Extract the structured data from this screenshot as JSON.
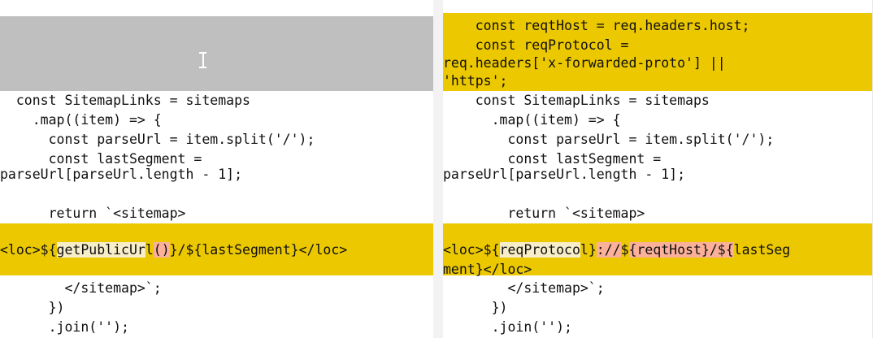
{
  "view": {
    "kind": "side-by-side-code-diff",
    "colors": {
      "changed_line_background": "#ecc800",
      "word_context_background": "#f7edc8",
      "word_changed_background": "#fbb09a",
      "selection_background": "#bfbfbf",
      "page_background": "#ffffff",
      "gutter_background": "#f2f2f2",
      "text": "#101010",
      "caret": "#ffffff"
    }
  },
  "left_pane": {
    "name": "before",
    "selection_block": {
      "present": true,
      "cursor_icon": "text-ibeam-cursor"
    },
    "lines": [
      {
        "text": "  const SitemapLinks = sitemaps",
        "changed": false
      },
      {
        "text": "    .map((item) => {",
        "changed": false
      },
      {
        "text": "      const parseUrl = item.split('/');",
        "changed": false
      },
      {
        "text": "      const lastSegment =",
        "changed": false
      },
      {
        "text": "parseUrl[parseUrl.length - 1];",
        "changed": false
      },
      {
        "text": "",
        "changed": false
      },
      {
        "text": "      return `<sitemap>",
        "changed": false
      },
      {
        "text": "",
        "changed": true
      },
      {
        "text": "<loc>${getPublicUrl()}/${lastSegment}</loc>",
        "changed": true
      },
      {
        "text": "        </sitemap>`;",
        "changed": false
      },
      {
        "text": "      })",
        "changed": false
      },
      {
        "text": "      .join('');",
        "changed": false
      }
    ],
    "highlight_line": {
      "prefix": "<loc>${",
      "context_word": "getPublicUr",
      "context_tail": "l",
      "changed_word": "()",
      "suffix": "}/${lastSegment}</loc>"
    }
  },
  "right_pane": {
    "name": "after",
    "lines": [
      {
        "text": "    const reqtHost = req.headers.host;",
        "changed": true
      },
      {
        "text": "    const reqProtocol =",
        "changed": true
      },
      {
        "text": "req.headers['x-forwarded-proto'] ||",
        "changed": true
      },
      {
        "text": "'https';",
        "changed": true
      },
      {
        "text": "    const SitemapLinks = sitemaps",
        "changed": false
      },
      {
        "text": "      .map((item) => {",
        "changed": false
      },
      {
        "text": "        const parseUrl = item.split('/');",
        "changed": false
      },
      {
        "text": "        const lastSegment =",
        "changed": false
      },
      {
        "text": "parseUrl[parseUrl.length - 1];",
        "changed": false
      },
      {
        "text": "",
        "changed": false
      },
      {
        "text": "        return `<sitemap>",
        "changed": false
      },
      {
        "text": "",
        "changed": true
      },
      {
        "text": "<loc>${reqProtocol}://${reqtHost}/${lastSeg",
        "changed": true
      },
      {
        "text": "ment}</loc>",
        "changed": true
      },
      {
        "text": "        </sitemap>`;",
        "changed": false
      },
      {
        "text": "      })",
        "changed": false
      },
      {
        "text": "      .join('');",
        "changed": false
      }
    ],
    "highlight_line": {
      "prefix": "<loc>${",
      "context_word": "reqProtoco",
      "context_tail": "l}",
      "changed_part_1": "://",
      "mid": "$",
      "changed_part_2": "{reqtHost}/${",
      "suffix": "lastSeg",
      "wrap": "ment}</loc>"
    }
  }
}
